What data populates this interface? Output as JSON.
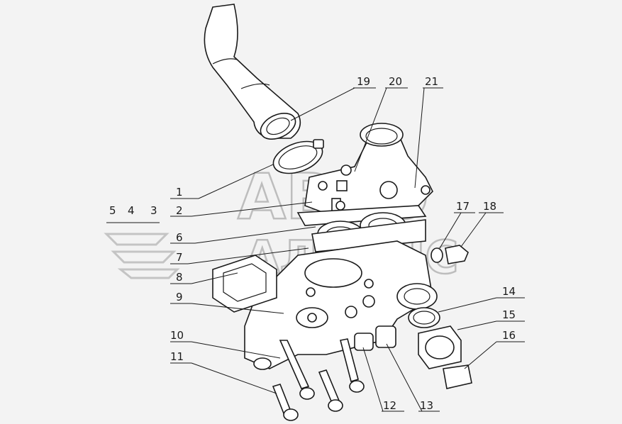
{
  "callouts": [
    {
      "id": "1",
      "label": "1"
    },
    {
      "id": "2",
      "label": "2"
    },
    {
      "id": "3",
      "label": "3"
    },
    {
      "id": "4",
      "label": "4"
    },
    {
      "id": "5",
      "label": "5"
    },
    {
      "id": "6",
      "label": "6"
    },
    {
      "id": "7",
      "label": "7"
    },
    {
      "id": "8",
      "label": "8"
    },
    {
      "id": "9",
      "label": "9"
    },
    {
      "id": "10",
      "label": "10"
    },
    {
      "id": "11",
      "label": "11"
    },
    {
      "id": "12",
      "label": "12"
    },
    {
      "id": "13",
      "label": "13"
    },
    {
      "id": "14",
      "label": "14"
    },
    {
      "id": "15",
      "label": "15"
    },
    {
      "id": "16",
      "label": "16"
    },
    {
      "id": "17",
      "label": "17"
    },
    {
      "id": "18",
      "label": "18"
    },
    {
      "id": "19",
      "label": "19"
    },
    {
      "id": "20",
      "label": "20"
    },
    {
      "id": "21",
      "label": "21"
    }
  ],
  "watermark": {
    "line1": "ABTO",
    "line2": "AЛЬЯНС"
  }
}
